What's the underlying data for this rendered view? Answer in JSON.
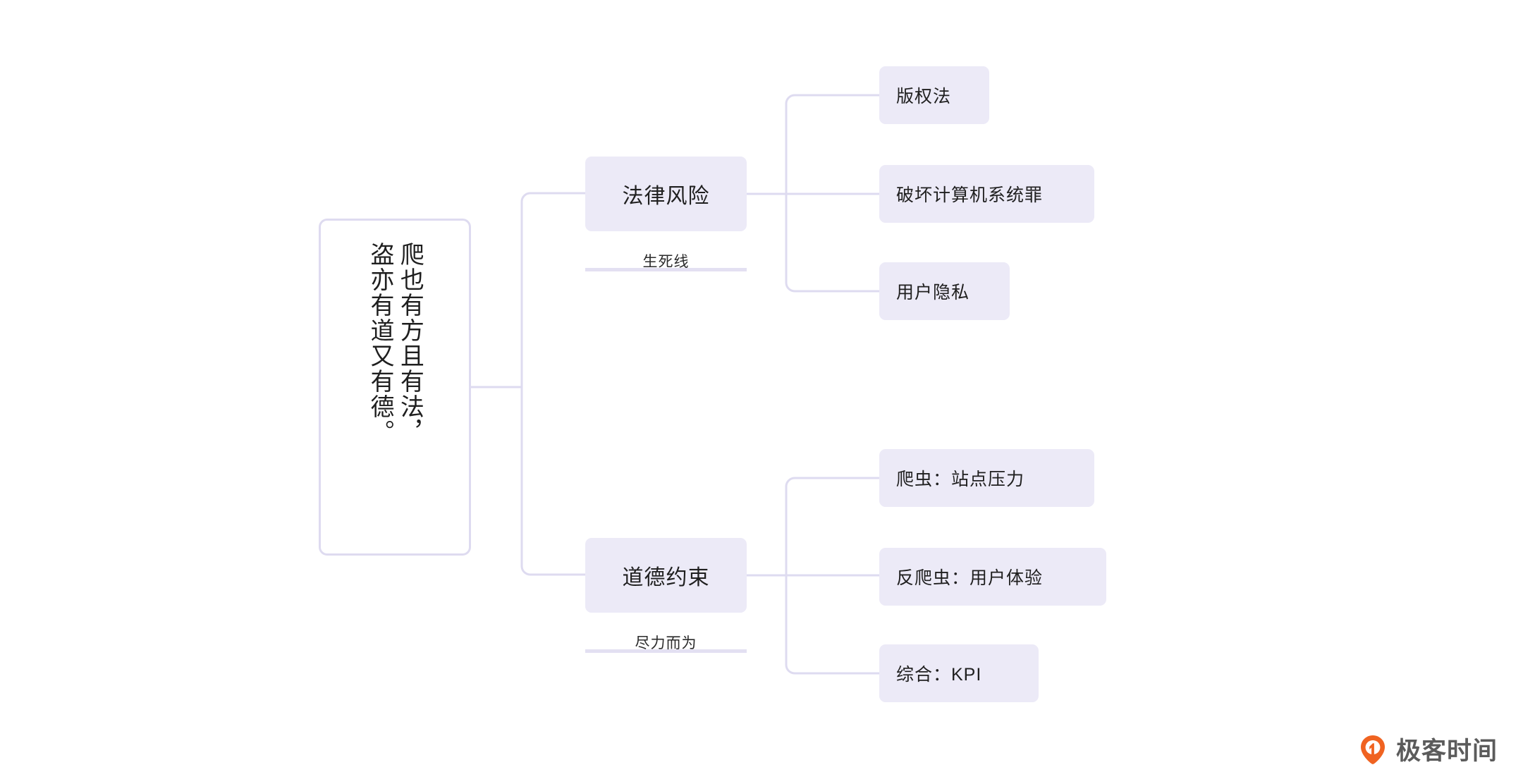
{
  "diagram": {
    "type": "mindmap",
    "orientation": "left-to-right",
    "colors": {
      "node_fill": "#eceaf7",
      "connector": "#dedbf0",
      "root_border": "#dedbf0",
      "root_fill": "#ffffff",
      "text": "#1f1f1f",
      "brand_orange": "#f06321",
      "watermark_text": "#5b5b5b"
    },
    "root": {
      "name": "root-node",
      "vertical_columns": [
        "爬也有方且有法，",
        "盗亦有道又有德。"
      ]
    },
    "branches": [
      {
        "id": "legal-risk",
        "label": "法律风险",
        "caption": "生死线",
        "children": [
          {
            "id": "copyright-law",
            "label": "版权法"
          },
          {
            "id": "computer-system-crime",
            "label": "破坏计算机系统罪"
          },
          {
            "id": "user-privacy",
            "label": "用户隐私"
          }
        ]
      },
      {
        "id": "ethical-constraint",
        "label": "道德约束",
        "caption": "尽力而为",
        "children": [
          {
            "id": "crawler-site-pressure",
            "label": "爬虫：站点压力"
          },
          {
            "id": "anti-crawler-ux",
            "label": "反爬虫：用户体验"
          },
          {
            "id": "overall-kpi",
            "label": "综合：KPI"
          }
        ]
      }
    ]
  },
  "watermark": {
    "brand": "极客时间",
    "logo_icon": "geektime-pin-icon"
  }
}
